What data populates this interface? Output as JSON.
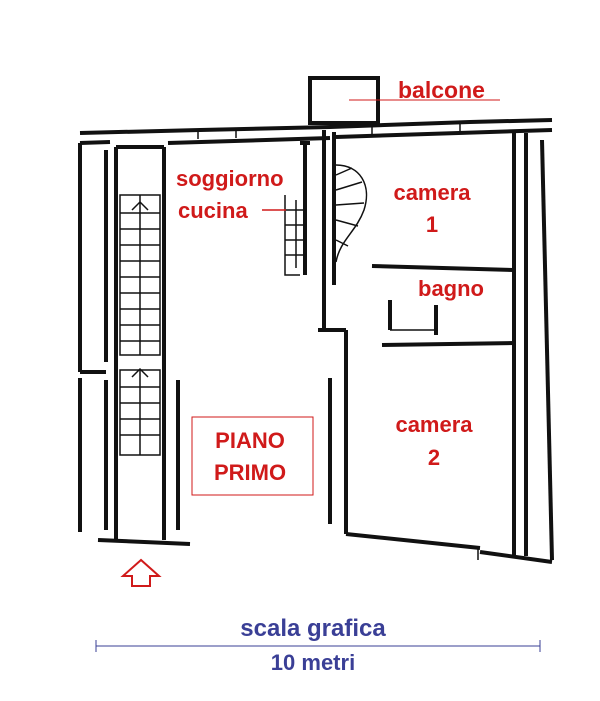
{
  "rooms": {
    "balcone": "balcone",
    "soggiorno": "soggiorno",
    "cucina": "cucina",
    "camera1_line1": "camera",
    "camera1_line2": "1",
    "bagno": "bagno",
    "camera2_line1": "camera",
    "camera2_line2": "2"
  },
  "floor_label": {
    "line1": "PIANO",
    "line2": "PRIMO"
  },
  "scale": {
    "title": "scala grafica",
    "value": "10 metri"
  },
  "colors": {
    "label_red": "#d01a1a",
    "label_blue": "#3a3f96",
    "walls": "#111111"
  },
  "icons": {
    "entrance": "up-arrow-icon"
  }
}
